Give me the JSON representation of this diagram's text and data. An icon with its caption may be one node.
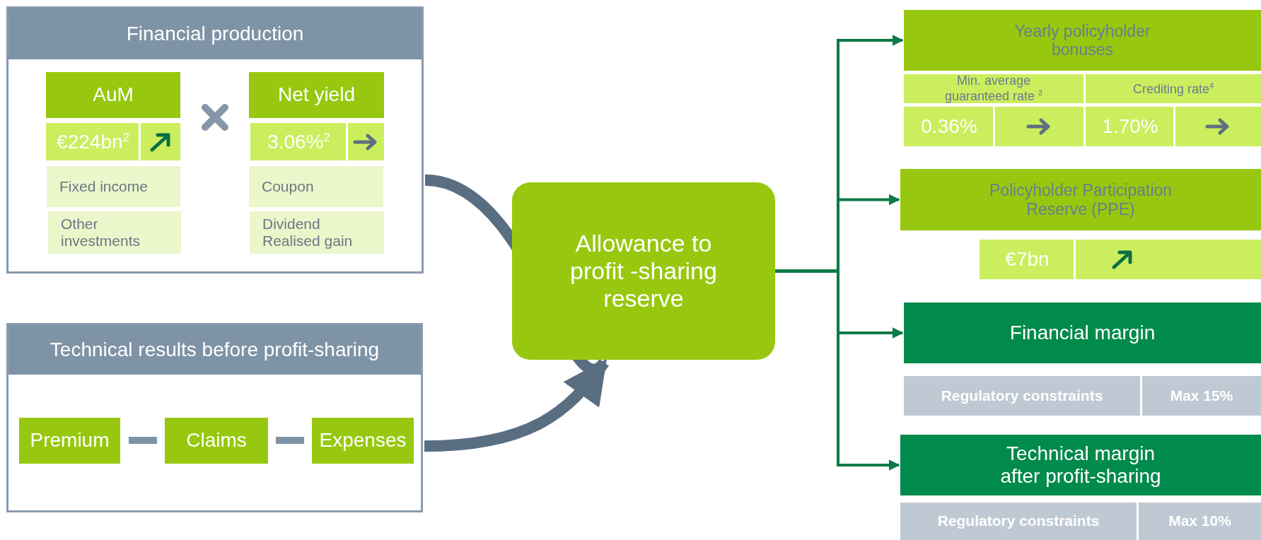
{
  "diagram": {
    "nodes": [
      {
        "text": [
          "Financial production"
        ]
      },
      {
        "text": [
          "AuM"
        ],
        "in": 0
      },
      {
        "text": [
          "€224bn$^{2}$"
        ],
        "in": 0
      },
      {
        "text": [
          "Fixed income"
        ],
        "in": 0
      },
      {
        "text": [
          "Other investments"
        ],
        "in": 0
      },
      {
        "text": [
          "Net yield"
        ],
        "in": 0
      },
      {
        "text": [
          "3.06%$^{2}$"
        ],
        "in": 0
      },
      {
        "text": [
          "Coupon"
        ],
        "in": 0
      },
      {
        "text": [
          "Dividend Realised gain"
        ],
        "in": 0
      },
      {
        "text": [
          "Technical results before profit-sharing"
        ]
      },
      {
        "text": [
          "Premium"
        ],
        "in": 9
      },
      {
        "text": [
          "Claims"
        ],
        "in": 9
      },
      {
        "text": [
          "Expenses"
        ],
        "in": 9
      },
      {
        "text": [
          "Allowance to profit -sharing reserve"
        ]
      },
      {
        "text": [
          "Yearly policyholder bonuses"
        ]
      },
      {
        "text": [
          "Min. average guaranteed rate $^{3}$"
        ]
      },
      {
        "text": [
          "Crediting rate$^{4}$"
        ]
      },
      {
        "text": [
          "0.36%"
        ]
      },
      {
        "text": [
          "1.70%"
        ]
      },
      {
        "text": [
          "Policyholder Participation Reserve (PPE)"
        ]
      },
      {
        "text": [
          "€7bn"
        ]
      },
      {
        "text": [
          "Financial margin"
        ]
      },
      {
        "text": [
          "Regulatory constraints"
        ]
      },
      {
        "text": [
          "Max 15%"
        ]
      },
      {
        "text": [
          "Technical margin after profit-sharing"
        ]
      },
      {
        "text": [
          "Regulatory constraints"
        ]
      },
      {
        "text": [
          "Max 10%"
        ]
      }
    ],
    "edges": [
      {
        "from": 0,
        "to": 13,
        "arrow": "to",
        "style": "thick",
        "color": "#5a6e82"
      },
      {
        "from": 9,
        "to": 13,
        "arrow": "to",
        "style": "thick",
        "color": "#5a6e82"
      },
      {
        "from": 13,
        "to": 14,
        "arrow": "to"
      },
      {
        "from": 13,
        "to": 19,
        "arrow": "to"
      },
      {
        "from": 13,
        "to": 21,
        "arrow": "to"
      },
      {
        "from": 13,
        "to": 24,
        "arrow": "to"
      }
    ]
  }
}
